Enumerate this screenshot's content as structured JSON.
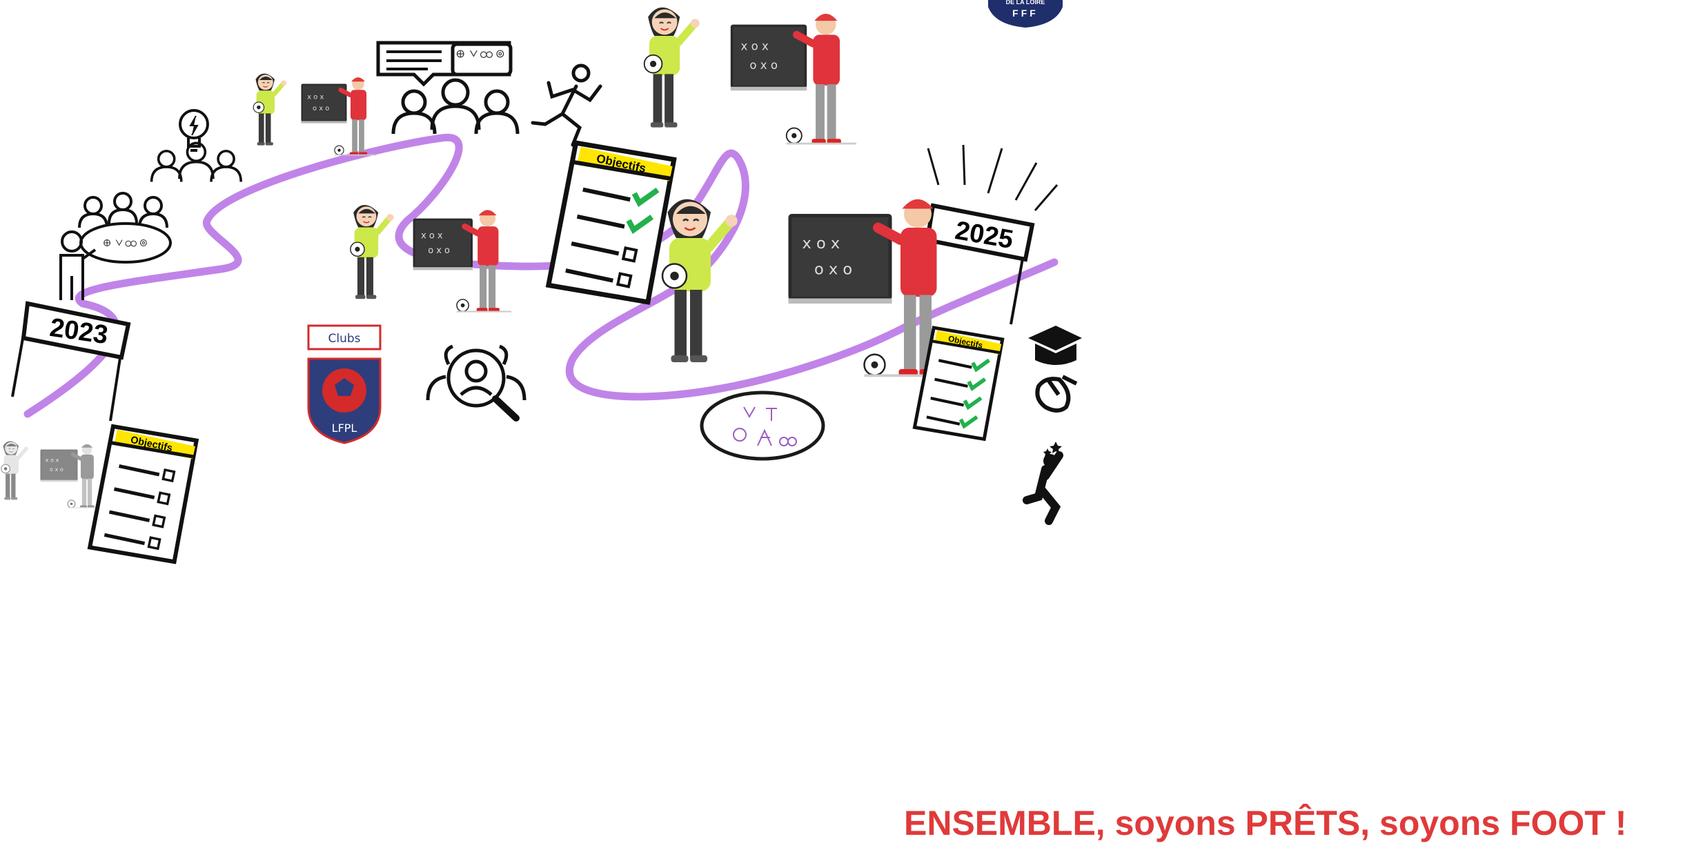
{
  "milestones": {
    "start_year": "2023",
    "end_year": "2025"
  },
  "checklists": {
    "label": "Objectifs"
  },
  "clubs_logo": {
    "label": "Clubs",
    "league": "LFPL"
  },
  "top_right_logo": {
    "line1": "DE LA LOIRE",
    "line2": "FFF"
  },
  "slogan": "ENSEMBLE, soyons PRÊTS, soyons FOOT !",
  "colors": {
    "path": "#c084e8",
    "slogan": "#e03a3a",
    "check": "#22b14c",
    "badge_blue": "#2e3d7c",
    "badge_red": "#d42a2a"
  }
}
